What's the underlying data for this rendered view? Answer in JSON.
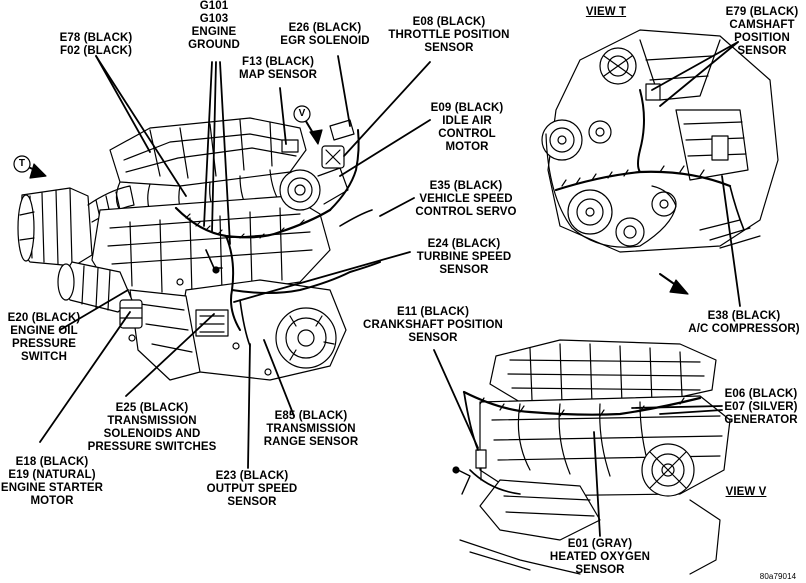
{
  "labels": {
    "e78_f02": [
      "E78 (BLACK)",
      "F02 (BLACK)"
    ],
    "g101_g103": [
      "G101",
      "G103",
      "ENGINE",
      "GROUND"
    ],
    "e26": [
      "E26 (BLACK)",
      "EGR SOLENOID"
    ],
    "f13": [
      "F13 (BLACK)",
      "MAP SENSOR"
    ],
    "e08": [
      "E08 (BLACK)",
      "THROTTLE POSITION",
      "SENSOR"
    ],
    "e09": [
      "E09 (BLACK)",
      "IDLE AIR",
      "CONTROL",
      "MOTOR"
    ],
    "e35": [
      "E35 (BLACK)",
      "VEHICLE SPEED",
      "CONTROL SERVO"
    ],
    "e24": [
      "E24 (BLACK)",
      "TURBINE SPEED",
      "SENSOR"
    ],
    "e11": [
      "E11 (BLACK)",
      "CRANKSHAFT POSITION",
      "SENSOR"
    ],
    "e20": [
      "E20 (BLACK)",
      "ENGINE OIL",
      "PRESSURE",
      "SWITCH"
    ],
    "e25": [
      "E25 (BLACK)",
      "TRANSMISSION",
      "SOLENOIDS AND",
      "PRESSURE SWITCHES"
    ],
    "e85": [
      "E85 (BLACK)",
      "TRANSMISSION",
      "RANGE SENSOR"
    ],
    "e18_e19": [
      "E18 (BLACK)",
      "E19 (NATURAL)",
      "ENGINE STARTER",
      "MOTOR"
    ],
    "e23": [
      "E23 (BLACK)",
      "OUTPUT SPEED",
      "SENSOR"
    ],
    "e79": [
      "E79 (BLACK)",
      "CAMSHAFT",
      "POSITION",
      "SENSOR"
    ],
    "e38": [
      "E38 (BLACK)",
      "A/C COMPRESSOR)"
    ],
    "e06_e07": [
      "E06 (BLACK)",
      "E07 (SILVER)",
      "GENERATOR"
    ],
    "e01": [
      "E01 (GRAY)",
      "HEATED OXYGEN",
      "SENSOR"
    ]
  },
  "views": {
    "view_t": "VIEW T",
    "view_v": "VIEW V"
  },
  "arrow_letters": {
    "t": "T",
    "v": "V"
  },
  "figure_code": "80a79014",
  "colors": {
    "line": "#000000",
    "background": "#ffffff"
  }
}
